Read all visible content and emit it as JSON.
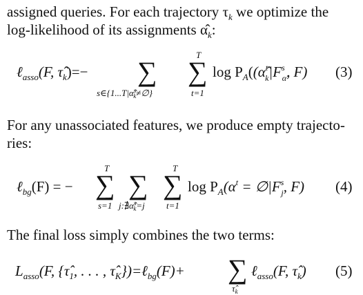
{
  "paragraphs": {
    "p1_line1": "assigned queries.  For each trajectory τ",
    "p1_line1_sub": "k",
    "p1_line1_end": " we optimize the",
    "p1_line2": "log-likelihood of its assignments α̂",
    "p1_line2_sub": "k",
    "p1_line2_end": ":",
    "p2_line1": "For any unassociated features, we produce empty trajecto-",
    "p2_line2": "ries:",
    "p3_line1": "The final loss simply combines the two terms:"
  },
  "equations": {
    "eq3": {
      "lhs": "ℓ",
      "lhs_sub": "asso",
      "lhs_args": "(F, τ̂",
      "lhs_args_sub": "k",
      "lhs_close": ")=−",
      "sum1_lower": "s∈{1...T|α̂",
      "sum1_lower_sup": "s",
      "sum1_lower_sub": "k",
      "sum1_lower_end": "≠∅}",
      "sum2_upper": "T",
      "sum2_lower": "t=1",
      "body": "log P",
      "body_sub": "A",
      "body_args": "(α̂",
      "body_args_sup": "t",
      "body_args_sub": "k",
      "body_mid": "|F",
      "body_mid_sup": "s",
      "body_mid_sub": "α̂",
      "body_mid_subsup": "s",
      "body_mid_subsub": "k",
      "body_end": ", F)",
      "number": "(3)"
    },
    "eq4": {
      "lhs": "ℓ",
      "lhs_sub": "bg",
      "lhs_args": "(F) = −",
      "sum1_upper": "T",
      "sum1_lower": "s=1",
      "sum2_lower": "j:∄α̂",
      "sum2_lower_sup": "s",
      "sum2_lower_sub": "k",
      "sum2_lower_end": "=j",
      "sum3_upper": "T",
      "sum3_lower": "t=1",
      "body": "log P",
      "body_sub": "A",
      "body_args": "(α",
      "body_args_sup": "t",
      "body_mid": " = ∅|F",
      "body_mid_sup": "s",
      "body_mid_sub": "j",
      "body_end": ", F)",
      "number": "(4)"
    },
    "eq5": {
      "lhs": "L",
      "lhs_sub": "asso",
      "lhs_args": "(F, {τ̂",
      "lhs_args_sub1": "1",
      "lhs_args_mid": ", . . . , τ̂",
      "lhs_args_sub2": "K",
      "lhs_close": "})=ℓ",
      "rhs1_sub": "bg",
      "rhs1_args": "(F)+",
      "sum_lower": "τ̂",
      "sum_lower_sub": "k",
      "rhs2": "ℓ",
      "rhs2_sub": "asso",
      "rhs2_args": "(F, τ̂",
      "rhs2_args_sub": "k",
      "rhs2_close": ")",
      "number": "(5)"
    }
  }
}
